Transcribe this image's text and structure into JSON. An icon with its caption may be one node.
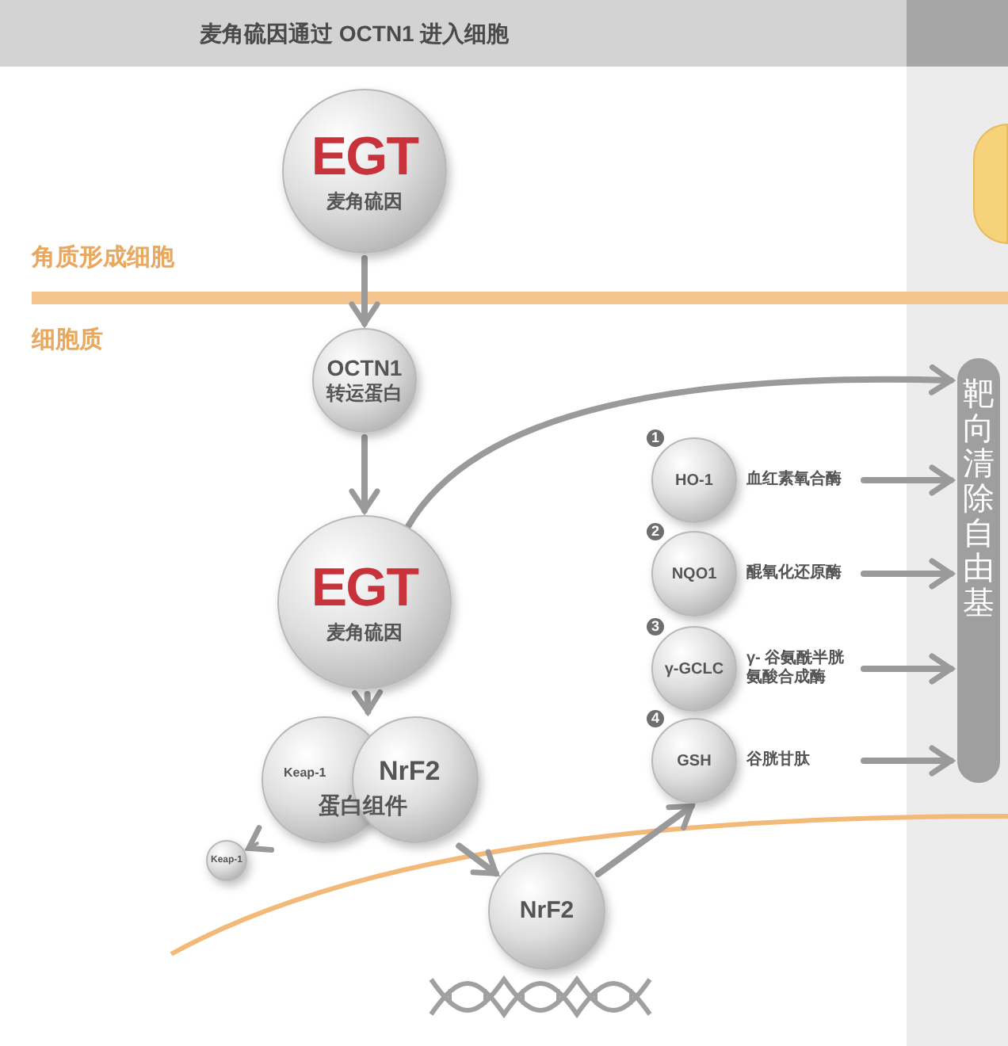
{
  "diagram": {
    "title": "麦角硫因通过 OCTN1 进入细胞",
    "nodes": [
      {
        "text": [
          "EGT",
          "麦角硫因"
        ]
      },
      {
        "text": [
          "OCTN1",
          "转运蛋白"
        ]
      },
      {
        "text": [
          "EGT",
          "麦角硫因"
        ]
      },
      {
        "text": [
          "Keap-1",
          "NrF2",
          "蛋白组件"
        ]
      },
      {
        "text": [
          "Keap-1"
        ]
      },
      {
        "text": [
          "NrF2"
        ]
      },
      {
        "text": [
          "HO-1"
        ],
        "beside": [
          "1",
          "血红素氧合酶"
        ]
      },
      {
        "text": [
          "NQO1"
        ],
        "beside": [
          "2",
          "醌氧化还原酶"
        ]
      },
      {
        "text": [
          "γ-GCLC"
        ],
        "beside": [
          "3",
          "γ- 谷氨酰半胱氨酸合成酶"
        ]
      },
      {
        "text": [
          "GSH"
        ],
        "beside": [
          "4",
          "谷胱甘肽"
        ]
      },
      {
        "text": [
          "靶向清除自由基"
        ]
      },
      {
        "text": [],
        "shape": "circle"
      }
    ],
    "edges": [
      {
        "from": 0,
        "to": 1,
        "arrow": "to"
      },
      {
        "from": 1,
        "to": 2,
        "arrow": "to"
      },
      {
        "from": 2,
        "to": 3,
        "arrow": "to"
      },
      {
        "from": 3,
        "to": 4,
        "arrow": "to"
      },
      {
        "from": 3,
        "to": 5,
        "arrow": "to"
      },
      {
        "from": 5,
        "to": 9,
        "arrow": "to"
      },
      {
        "from": 2,
        "to": 10,
        "arrow": "to"
      },
      {
        "from": 6,
        "to": 10,
        "arrow": "to"
      },
      {
        "from": 7,
        "to": 10,
        "arrow": "to"
      },
      {
        "from": 8,
        "to": 10,
        "arrow": "to"
      },
      {
        "from": 9,
        "to": 10,
        "arrow": "to"
      }
    ],
    "labels": [
      "角质形成细胞",
      "细胞质"
    ]
  }
}
